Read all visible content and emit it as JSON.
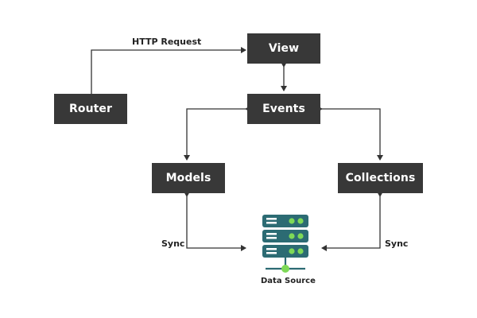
{
  "nodes": {
    "view": "View",
    "router": "Router",
    "events": "Events",
    "models": "Models",
    "collections": "Collections"
  },
  "edge_labels": {
    "router_to_view": "HTTP Request",
    "models_sync": "Sync",
    "collections_sync": "Sync"
  },
  "data_source": {
    "label": "Data Source",
    "icon": "server-database-icon"
  },
  "colors": {
    "node_fill": "#383838",
    "node_text": "#ffffff",
    "edge": "#333333",
    "server_body": "#2c6b73",
    "server_led": "#7ed957"
  }
}
